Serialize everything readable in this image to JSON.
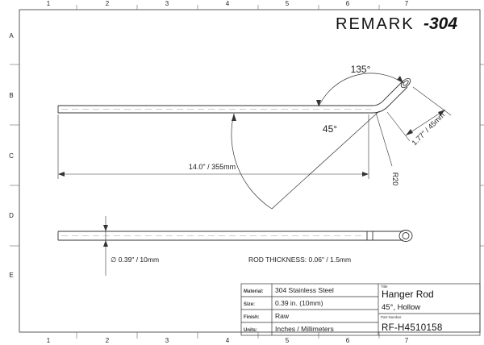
{
  "brand": {
    "name": "REMARK",
    "number": "-304"
  },
  "zones": {
    "columns": [
      "1",
      "2",
      "3",
      "4",
      "5",
      "6",
      "7"
    ],
    "rows": [
      "A",
      "B",
      "C",
      "D",
      "E"
    ]
  },
  "dimensions": {
    "bend_angle_outer": "135°",
    "bend_angle_inner": "45°",
    "length": "14.0\" / 355mm",
    "end_length": "1.77\" / 45mm",
    "bend_radius": "R20",
    "diameter": "∅ 0.39\" / 10mm",
    "wall_thickness": "ROD THICKNESS: 0.06\" / 1.5mm"
  },
  "title_block": {
    "rows": [
      {
        "label": "Material:",
        "value": "304 Stainless Steel"
      },
      {
        "label": "Size:",
        "value": "0.39 in. (10mm)"
      },
      {
        "label": "Finish:",
        "value": "Raw"
      },
      {
        "label": "Units:",
        "value": "Inches / Millimeters"
      }
    ],
    "title_label": "Title",
    "title": "Hanger Rod",
    "subtitle": "45°, Hollow",
    "part_label": "Part Number",
    "part_number": "RF-H4510158"
  }
}
